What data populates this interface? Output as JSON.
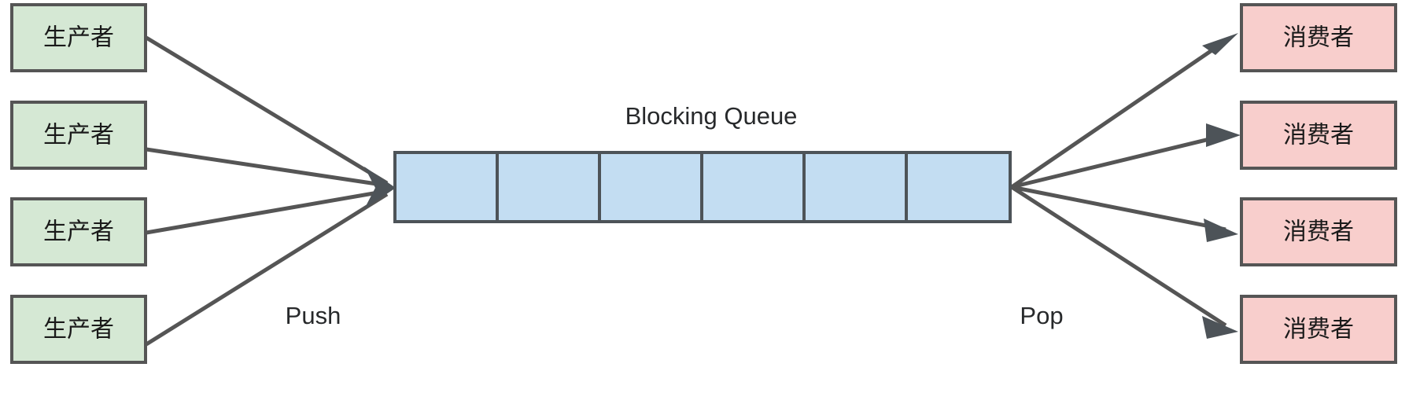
{
  "diagram": {
    "title_label": "Blocking Queue",
    "push_label": "Push",
    "pop_label": "Pop",
    "colors": {
      "producer_fill": "#d5e8d4",
      "consumer_fill": "#f8cecc",
      "queue_fill": "#c3ddf2",
      "border": "#555555",
      "queue_border": "#4d5358",
      "text": "#1a1a1a",
      "background": "#ffffff"
    },
    "producers": [
      {
        "label": "生产者"
      },
      {
        "label": "生产者"
      },
      {
        "label": "生产者"
      },
      {
        "label": "生产者"
      }
    ],
    "consumers": [
      {
        "label": "消费者"
      },
      {
        "label": "消费者"
      },
      {
        "label": "消费者"
      },
      {
        "label": "消费者"
      }
    ],
    "queue": {
      "cell_count": 6,
      "cells": [
        {
          "label": ""
        },
        {
          "label": ""
        },
        {
          "label": ""
        },
        {
          "label": ""
        },
        {
          "label": ""
        },
        {
          "label": ""
        }
      ]
    }
  }
}
